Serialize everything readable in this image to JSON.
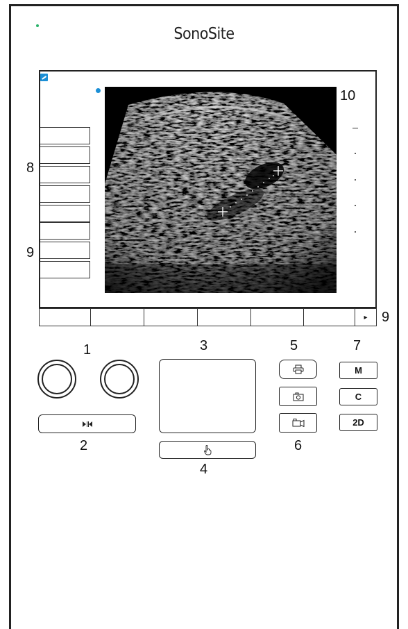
{
  "brand": "SonoSite",
  "callouts": {
    "c1": "1",
    "c2": "2",
    "c3": "3",
    "c4": "4",
    "c5": "5",
    "c6": "6",
    "c7": "7",
    "c8": "8",
    "c9_left": "9",
    "c9_right": "9",
    "c10": "10"
  },
  "mode_buttons": {
    "m": "M",
    "c": "C",
    "d2": "2D"
  },
  "icons": {
    "gain": "freeze-icon",
    "touchpad_select": "hand-pointer-icon",
    "print": "printer-icon",
    "save_image": "camera-icon",
    "save_clip": "video-camera-icon",
    "wireless": "wifi-icon",
    "softkey_more": "triangle-right-icon"
  },
  "softkey_arrow": "▸",
  "colors": {
    "accent": "#1b8fd6",
    "led": "#2bb36b",
    "outline": "#222222"
  }
}
